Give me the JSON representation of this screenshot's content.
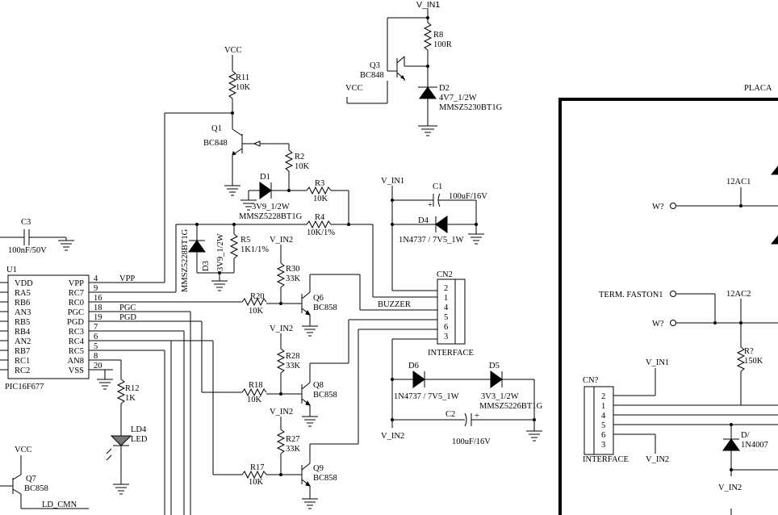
{
  "nets": {
    "v_in1": "V_IN1",
    "v_in2": "V_IN2",
    "vcc": "VCC",
    "vpp": "VPP",
    "pgc": "PGC",
    "pgd": "PGD",
    "buzzer": "BUZZER",
    "ld_cmn": "LD_CMN",
    "term_faston": "TERM. FASTON1",
    "w": "W?",
    "ac1": "12AC1",
    "ac2": "12AC2",
    "placa": "PLACA"
  },
  "components": {
    "r8": {
      "ref": "R8",
      "value": "100R"
    },
    "q3": {
      "ref": "Q3",
      "value": "BC848"
    },
    "d2": {
      "ref": "D2",
      "value": "4V7_1/2W",
      "part": "MMSZ5230BT1G"
    },
    "r11": {
      "ref": "R11",
      "value": "10K"
    },
    "q1": {
      "ref": "Q1",
      "value": "BC848"
    },
    "r2": {
      "ref": "R2",
      "value": "10K"
    },
    "d1": {
      "ref": "D1",
      "value": "3V9_1/2W",
      "part": "MMSZ5228BT1G"
    },
    "r3": {
      "ref": "R3",
      "value": "10K"
    },
    "r4": {
      "ref": "R4",
      "value": "10K/1%"
    },
    "c1": {
      "ref": "C1",
      "value": "100uF/16V"
    },
    "d4": {
      "ref": "D4",
      "value": "1N4737 / 7V5_1W"
    },
    "c3": {
      "ref": "C3",
      "value": "100nF/50V"
    },
    "d3": {
      "ref": "D3",
      "value": "3V9_1/2W",
      "part": "MMSZ5228BT1G"
    },
    "r5": {
      "ref": "R5",
      "value": "1K1/1%"
    },
    "r30": {
      "ref": "R30",
      "value": "33K"
    },
    "r20": {
      "ref": "R20",
      "value": "10K"
    },
    "q6": {
      "ref": "Q6",
      "value": "BC858"
    },
    "r28": {
      "ref": "R28",
      "value": "33K"
    },
    "r18": {
      "ref": "R18",
      "value": "10K"
    },
    "q8": {
      "ref": "Q8",
      "value": "BC858"
    },
    "r27": {
      "ref": "R27",
      "value": "33K"
    },
    "r17": {
      "ref": "R17",
      "value": "10K"
    },
    "q9": {
      "ref": "Q9",
      "value": "BC858"
    },
    "r12": {
      "ref": "R12",
      "value": "1K"
    },
    "ld4": {
      "ref": "LD4",
      "value": "LED"
    },
    "q7": {
      "ref": "Q7",
      "value": "BC858"
    },
    "d6": {
      "ref": "D6",
      "value": "1N4737 / 7V5_1W"
    },
    "d5": {
      "ref": "D5",
      "value": "3V3_1/2W",
      "part": "MMSZ5226BT1G"
    },
    "c2": {
      "ref": "C2",
      "value": "100uF/16V"
    },
    "r_q": {
      "ref": "R?",
      "value": "150K"
    },
    "d_q": {
      "ref": "D/",
      "value": "1N4007"
    }
  },
  "u1": {
    "ref": "U1",
    "part": "PIC16F677",
    "left_pins": [
      "VDD",
      "RA5",
      "RB6",
      "AN3",
      "RB5",
      "RB4",
      "AN2",
      "RB7",
      "RC1",
      "RC2"
    ],
    "right_pins": [
      "VPP",
      "RC7",
      "RC0",
      "PGC",
      "PGD",
      "RC3",
      "RC4",
      "RC5",
      "AN8",
      "VSS"
    ],
    "right_nums": [
      "4",
      "9",
      "16",
      "18",
      "19",
      "7",
      "6",
      "5",
      "8",
      "20"
    ]
  },
  "cn2": {
    "ref": "CN2",
    "label": "INTERFACE",
    "pins": [
      "2",
      "1",
      "4",
      "5",
      "6",
      "3"
    ]
  },
  "cnq": {
    "ref": "CN?",
    "label": "INTERFACE",
    "pins": [
      "2",
      "1",
      "4",
      "5",
      "6",
      "3"
    ]
  }
}
